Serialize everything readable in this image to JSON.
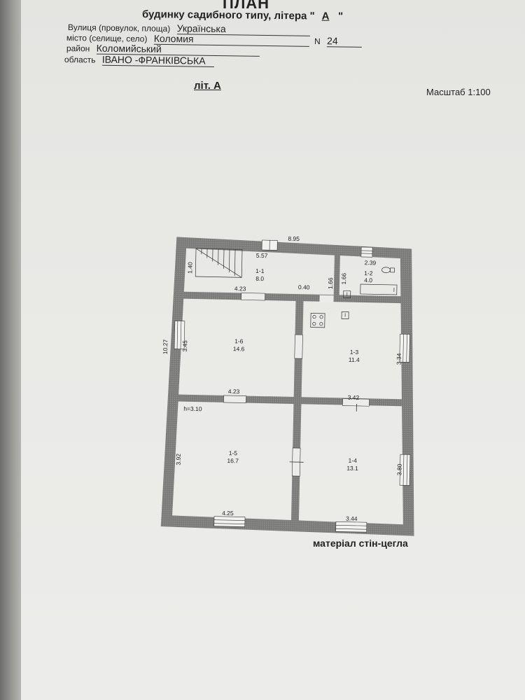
{
  "header": {
    "title": "ПЛАН",
    "subtitle": "будинку садибного типу, літера \"",
    "litera": "А",
    "subtitle_end": "\""
  },
  "address": {
    "street_label": "Вулиця (провулок, площа)",
    "street_value": "Українська",
    "city_label": "місто (селище, село)",
    "city_value": "Коломия",
    "number_label": "N",
    "number_value": "24",
    "district_label": "район",
    "district_value": "Коломийський",
    "region_label": "область",
    "region_value": "ІВАНО -ФРАНКІВСЬКА"
  },
  "plan": {
    "lit_label": "літ. А",
    "scale": "Масштаб 1:100",
    "material": "матеріал стін-цегла",
    "dimensions": {
      "top_total": "8.95",
      "d_557": "5.57",
      "d_239": "2.39",
      "d_140": "1.40",
      "d_423_a": "4.23",
      "d_040": "0.40",
      "d_166_a": "1.66",
      "d_166_b": "1.66",
      "d_1027": "10.27",
      "d_345": "3.45",
      "d_334": "3.34",
      "d_423_b": "4.23",
      "d_342": "3.42",
      "height": "h=3.10",
      "d_392": "3.92",
      "d_380": "3.80",
      "d_425": "4.25",
      "d_344": "3.44"
    },
    "rooms": [
      {
        "id": "1-1",
        "area": "8.0"
      },
      {
        "id": "1-2",
        "area": "4.0"
      },
      {
        "id": "1-6",
        "area": "14.6"
      },
      {
        "id": "1-3",
        "area": "11.4"
      },
      {
        "id": "1-5",
        "area": "16.7"
      },
      {
        "id": "1-4",
        "area": "13.1"
      }
    ]
  }
}
